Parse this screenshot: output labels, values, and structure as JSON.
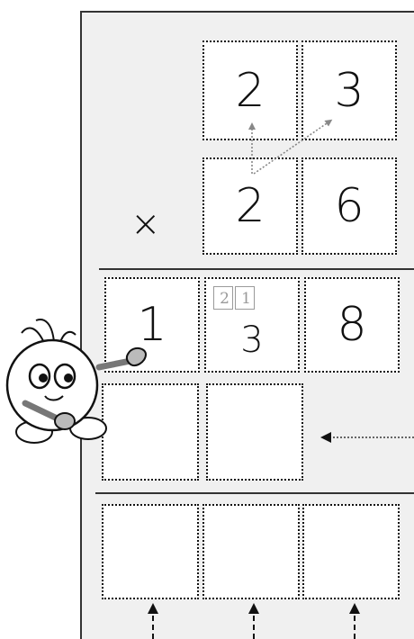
{
  "problem": {
    "multiplicand_digits": [
      "2",
      "3"
    ],
    "multiplier_digits": [
      "2",
      "6"
    ],
    "operator": "×"
  },
  "partial_row_1": {
    "digits": [
      "1",
      "3",
      "8"
    ],
    "carry_digits": [
      "2",
      "1"
    ]
  },
  "partial_row_2": {
    "digits": [
      "",
      ""
    ]
  },
  "result_row": {
    "digits": [
      "",
      "",
      ""
    ]
  },
  "colors": {
    "board": "#f0f0f0",
    "cell_border": "#111111",
    "arrow_gray": "#888888",
    "carry_gray": "#9a9a9a"
  }
}
